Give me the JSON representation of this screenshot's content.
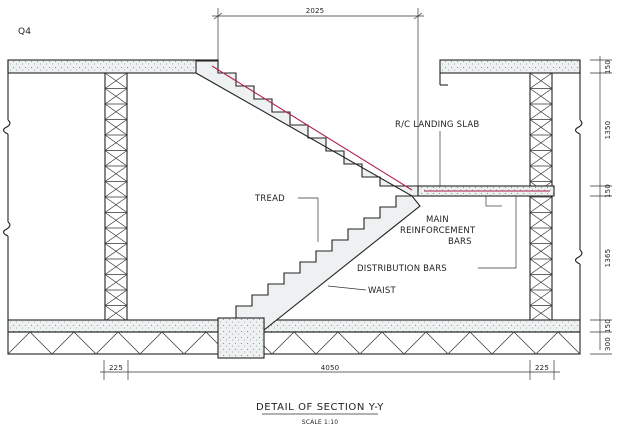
{
  "sheet": {
    "corner_mark": "Q4",
    "title": "DETAIL OF SECTION Y-Y",
    "scale": "SCALE 1:10"
  },
  "dimensions": {
    "top_width": "2025",
    "upper_flight_height": "1350",
    "landing_thickness": "150",
    "lower_flight_height": "1365",
    "top_slab_thickness": "150",
    "floor_slab_thickness": "150",
    "foundation_depth": "300",
    "left_column_width": "225",
    "clear_span": "4050",
    "right_column_width": "225"
  },
  "labels": {
    "landing_slab": "R/C LANDING SLAB",
    "tread": "TREAD",
    "main_reinforcement": [
      "MAIN",
      "REINFORCEMENT",
      "BARS"
    ],
    "distribution_bars": "DISTRIBUTION BARS",
    "waist": "WAIST"
  },
  "colors": {
    "ink": "#222222",
    "concrete_fill": "#e9eeee",
    "rebar": "#b0204a"
  }
}
